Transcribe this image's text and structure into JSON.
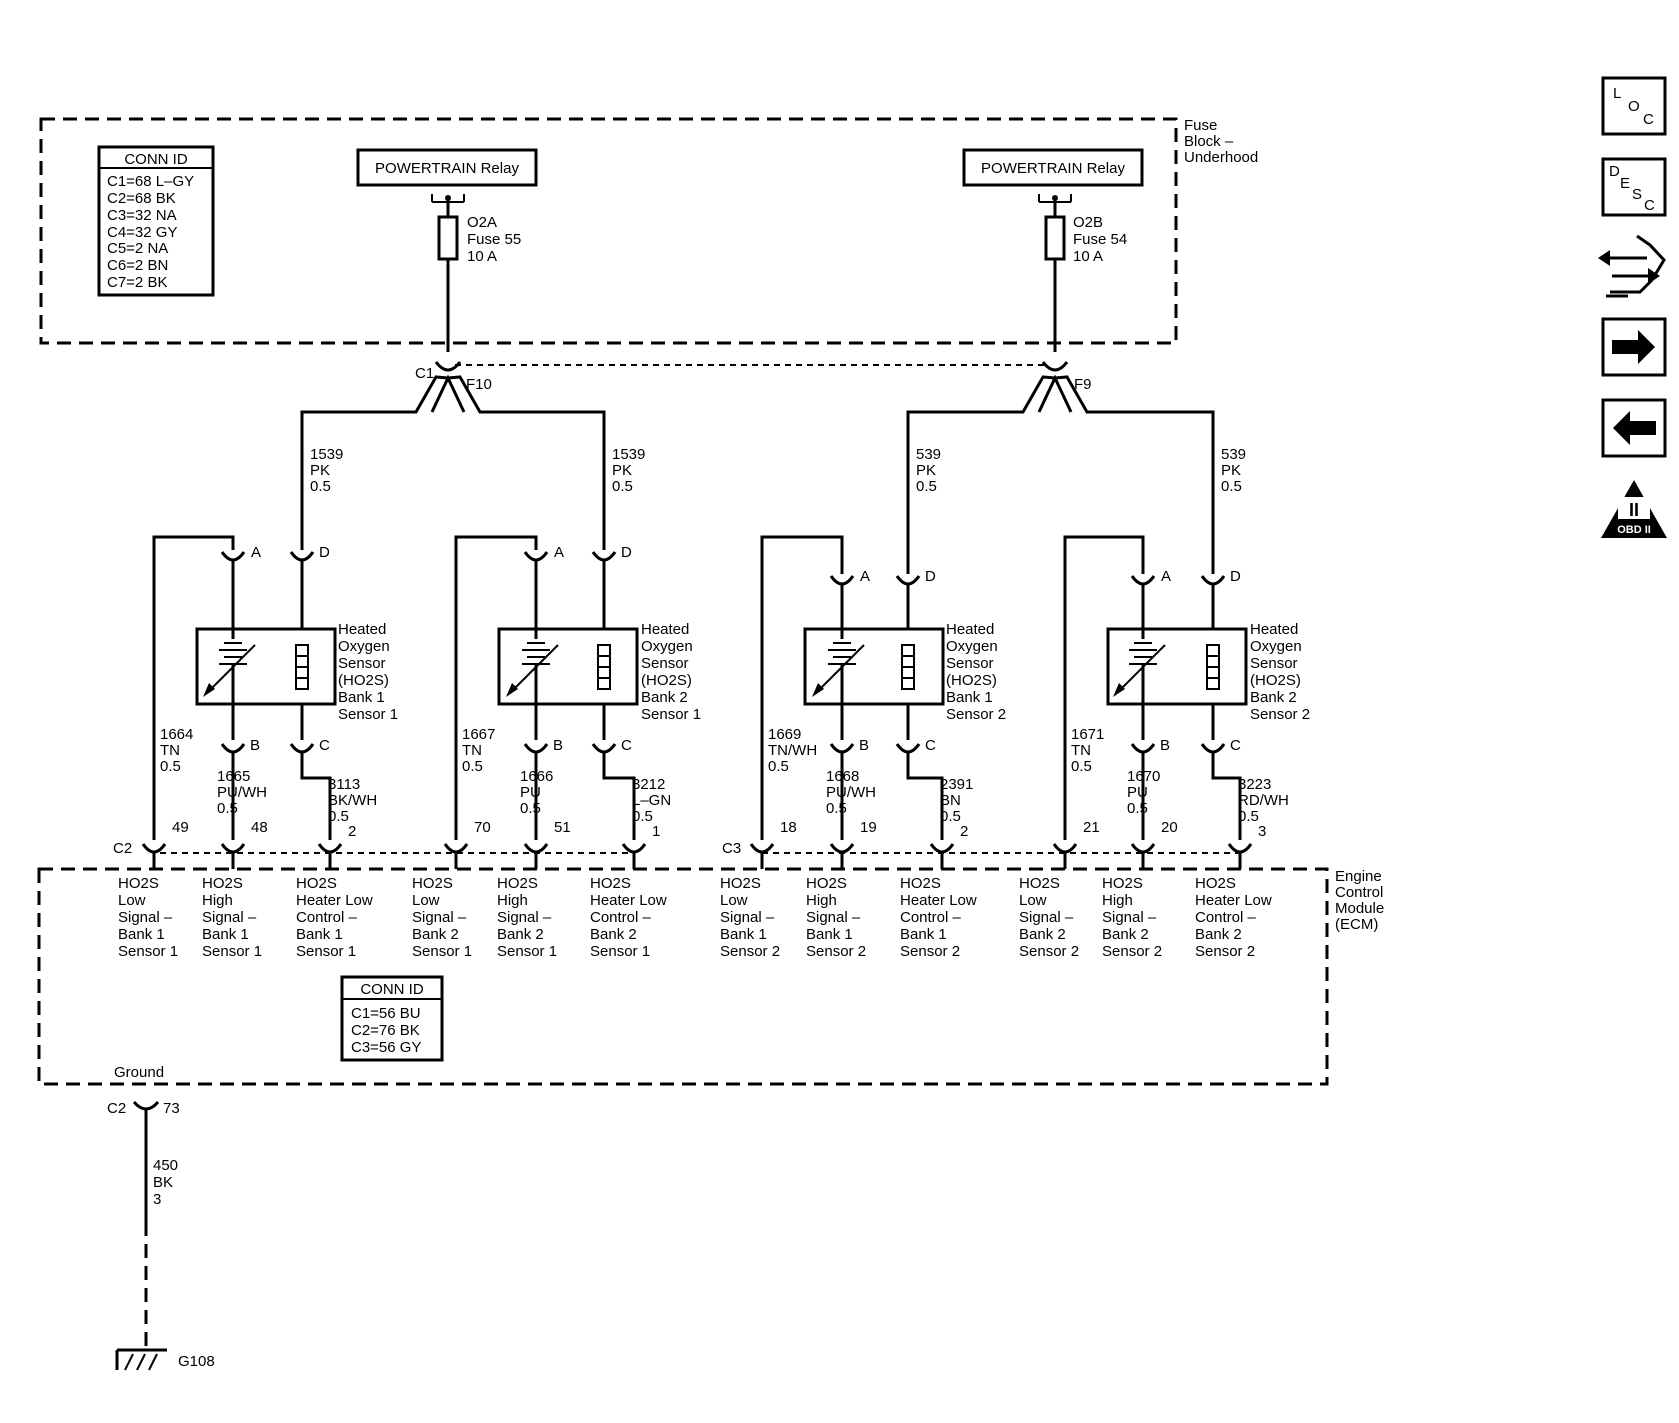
{
  "colors": {
    "ink": "#000000",
    "background": "#ffffff"
  },
  "fuse_block": {
    "label": [
      "Fuse",
      "Block –",
      "Underhood"
    ],
    "conn_id_title": "CONN ID",
    "conn_id": [
      "C1=68 L–GY",
      "C2=68 BK",
      "C3=32 NA",
      "C4=32 GY",
      "C5=2 NA",
      "C6=2 BN",
      "C7=2 BK"
    ],
    "relays": [
      {
        "label": "POWERTRAIN Relay",
        "fuse": [
          "O2A",
          "Fuse 55",
          "10 A"
        ]
      },
      {
        "label": "POWERTRAIN Relay",
        "fuse": [
          "O2B",
          "Fuse 54",
          "10 A"
        ]
      }
    ]
  },
  "splices": [
    {
      "connector": "C1",
      "pin": "F10"
    },
    {
      "pin": "F9"
    }
  ],
  "sensors": [
    {
      "label": [
        "Heated",
        "Oxygen",
        "Sensor",
        "(HO2S)",
        "Bank 1",
        "Sensor 1"
      ],
      "pins": {
        "a": "A",
        "d": "D",
        "b": "B",
        "c": "C"
      },
      "feed": [
        "1539",
        "PK",
        "0.5"
      ],
      "low": [
        "1664",
        "TN",
        "0.5"
      ],
      "high": [
        "1665",
        "PU/WH",
        "0.5"
      ],
      "heater": [
        "3113",
        "BK/WH",
        "0.5"
      ]
    },
    {
      "label": [
        "Heated",
        "Oxygen",
        "Sensor",
        "(HO2S)",
        "Bank 2",
        "Sensor 1"
      ],
      "pins": {
        "a": "A",
        "d": "D",
        "b": "B",
        "c": "C"
      },
      "feed": [
        "1539",
        "PK",
        "0.5"
      ],
      "low": [
        "1667",
        "TN",
        "0.5"
      ],
      "high": [
        "1666",
        "PU",
        "0.5"
      ],
      "heater": [
        "3212",
        "L–GN",
        "0.5"
      ]
    },
    {
      "label": [
        "Heated",
        "Oxygen",
        "Sensor",
        "(HO2S)",
        "Bank 1",
        "Sensor 2"
      ],
      "pins": {
        "a": "A",
        "d": "D",
        "b": "B",
        "c": "C"
      },
      "feed": [
        "539",
        "PK",
        "0.5"
      ],
      "low": [
        "1669",
        "TN/WH",
        "0.5"
      ],
      "high": [
        "1668",
        "PU/WH",
        "0.5"
      ],
      "heater": [
        "2391",
        "BN",
        "0.5"
      ]
    },
    {
      "label": [
        "Heated",
        "Oxygen",
        "Sensor",
        "(HO2S)",
        "Bank 2",
        "Sensor 2"
      ],
      "pins": {
        "a": "A",
        "d": "D",
        "b": "B",
        "c": "C"
      },
      "feed": [
        "539",
        "PK",
        "0.5"
      ],
      "low": [
        "1671",
        "TN",
        "0.5"
      ],
      "high": [
        "1670",
        "PU",
        "0.5"
      ],
      "heater": [
        "3223",
        "RD/WH",
        "0.5"
      ]
    }
  ],
  "ecm": {
    "label": [
      "Engine",
      "Control",
      "Module",
      "(ECM)"
    ],
    "connectors": [
      "C2",
      "C3"
    ],
    "pins": [
      "49",
      "48",
      "2",
      "70",
      "51",
      "1",
      "18",
      "19",
      "2",
      "21",
      "20",
      "3"
    ],
    "signals": [
      [
        "HO2S",
        "Low",
        "Signal –",
        "Bank 1",
        "Sensor 1"
      ],
      [
        "HO2S",
        "High",
        "Signal –",
        "Bank 1",
        "Sensor 1"
      ],
      [
        "HO2S",
        "Heater Low",
        "Control –",
        "Bank 1",
        "Sensor 1"
      ],
      [
        "HO2S",
        "Low",
        "Signal –",
        "Bank 2",
        "Sensor 1"
      ],
      [
        "HO2S",
        "High",
        "Signal –",
        "Bank 2",
        "Sensor 1"
      ],
      [
        "HO2S",
        "Heater Low",
        "Control –",
        "Bank 2",
        "Sensor 1"
      ],
      [
        "HO2S",
        "Low",
        "Signal –",
        "Bank 1",
        "Sensor 2"
      ],
      [
        "HO2S",
        "High",
        "Signal –",
        "Bank 1",
        "Sensor 2"
      ],
      [
        "HO2S",
        "Heater Low",
        "Control –",
        "Bank 1",
        "Sensor 2"
      ],
      [
        "HO2S",
        "Low",
        "Signal –",
        "Bank 2",
        "Sensor 2"
      ],
      [
        "HO2S",
        "High",
        "Signal –",
        "Bank 2",
        "Sensor 2"
      ],
      [
        "HO2S",
        "Heater Low",
        "Control –",
        "Bank 2",
        "Sensor 2"
      ]
    ],
    "conn_id_title": "CONN ID",
    "conn_id": [
      "C1=56 BU",
      "C2=76 BK",
      "C3=56 GY"
    ],
    "ground_label": "Ground",
    "ground_connector": "C2",
    "ground_pin": "73",
    "ground_wire": [
      "450",
      "BK",
      "3"
    ],
    "ground_point": "G108"
  },
  "nav": {
    "loc": [
      "L",
      "O",
      "C"
    ],
    "desc": [
      "D",
      "E",
      "S",
      "C"
    ],
    "obd": "OBD II",
    "obd_mark": "II",
    "icons": [
      "connector-tool-icon",
      "arrow-right-icon",
      "arrow-left-icon",
      "obd-ii-icon"
    ]
  }
}
